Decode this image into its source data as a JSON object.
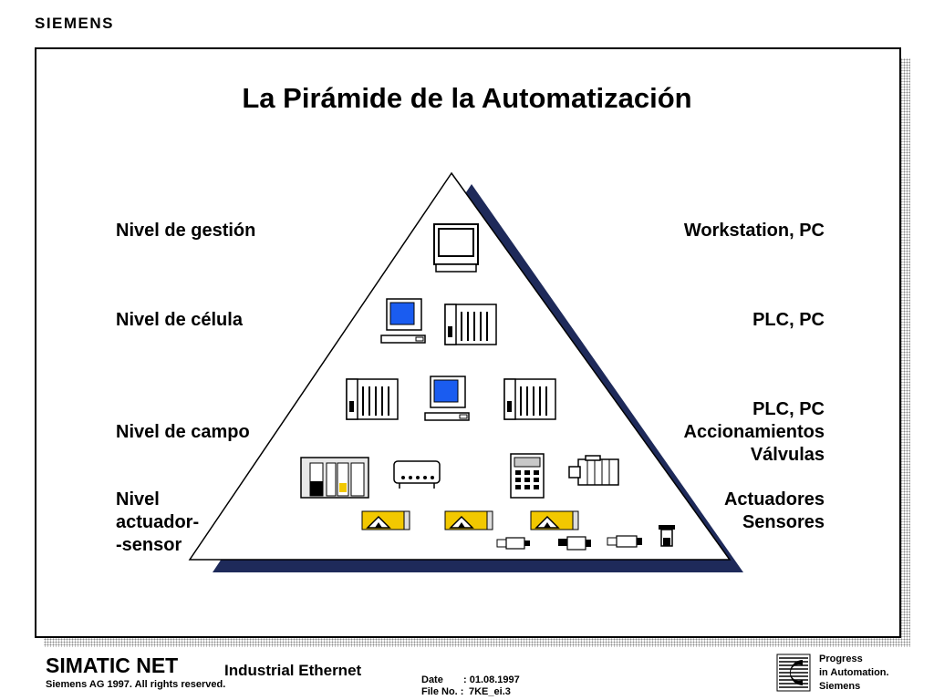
{
  "brand": "SIEMENS",
  "title": "La Pirámide de la Automatización",
  "levels": [
    {
      "left": "Nivel de gestión",
      "right": "Workstation, PC"
    },
    {
      "left": "Nivel de célula",
      "right": "PLC, PC"
    },
    {
      "left": "Nivel de campo",
      "right_lines": [
        "PLC, PC",
        "Accionamientos",
        "Válvulas"
      ]
    },
    {
      "left_lines": [
        "Nivel",
        "actuador-",
        "-sensor"
      ],
      "right_lines": [
        "Actuadores",
        "Sensores"
      ]
    }
  ],
  "footer": {
    "product": "SIMATIC NET",
    "subtitle": "Industrial Ethernet",
    "copyright": "Siemens AG 1997. All rights reserved.",
    "date_label": "Date",
    "date_value": ": 01.08.1997",
    "file_label": "File No. :",
    "file_value": "7KE_ei.3",
    "slogan": [
      "Progress",
      "in Automation.",
      "Siemens"
    ]
  },
  "colors": {
    "pyramid_shadow": "#1e2a5a",
    "screen": "#1a5cf0",
    "sensor_yellow": "#f2c800"
  }
}
